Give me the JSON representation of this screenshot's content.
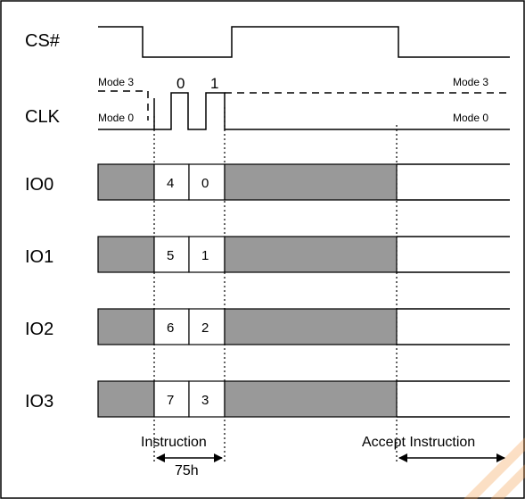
{
  "signals": {
    "cs": "CS#",
    "clk": "CLK",
    "io0": "IO0",
    "io1": "IO1",
    "io2": "IO2",
    "io3": "IO3"
  },
  "clk_modes": {
    "mode3_left": "Mode 3",
    "mode0_left": "Mode 0",
    "mode3_right": "Mode 3",
    "mode0_right": "Mode 0"
  },
  "clk_cycles": [
    "0",
    "1"
  ],
  "io_bits": {
    "io0": [
      "4",
      "0"
    ],
    "io1": [
      "5",
      "1"
    ],
    "io2": [
      "6",
      "2"
    ],
    "io3": [
      "7",
      "3"
    ]
  },
  "annotations": {
    "instruction": "Instruction",
    "opcode": "75h",
    "accept": "Accept Instruction"
  },
  "colors": {
    "shade": "#999999",
    "line": "#000000",
    "watermark": "#f5a45a"
  }
}
